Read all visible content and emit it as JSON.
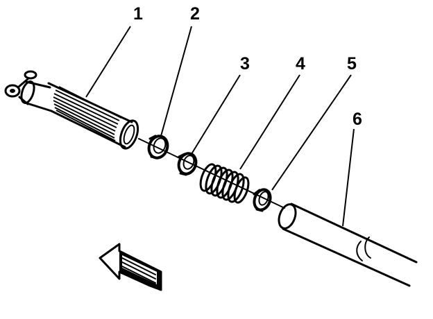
{
  "callouts": [
    {
      "id": "1",
      "text": "1"
    },
    {
      "id": "2",
      "text": "2"
    },
    {
      "id": "3",
      "text": "3"
    },
    {
      "id": "4",
      "text": "4"
    },
    {
      "id": "5",
      "text": "5"
    },
    {
      "id": "6",
      "text": "6"
    }
  ],
  "colors": {
    "ink": "#000000",
    "background": "#ffffff"
  },
  "icons": {
    "direction_arrow": "arrow-left-3d-icon"
  }
}
